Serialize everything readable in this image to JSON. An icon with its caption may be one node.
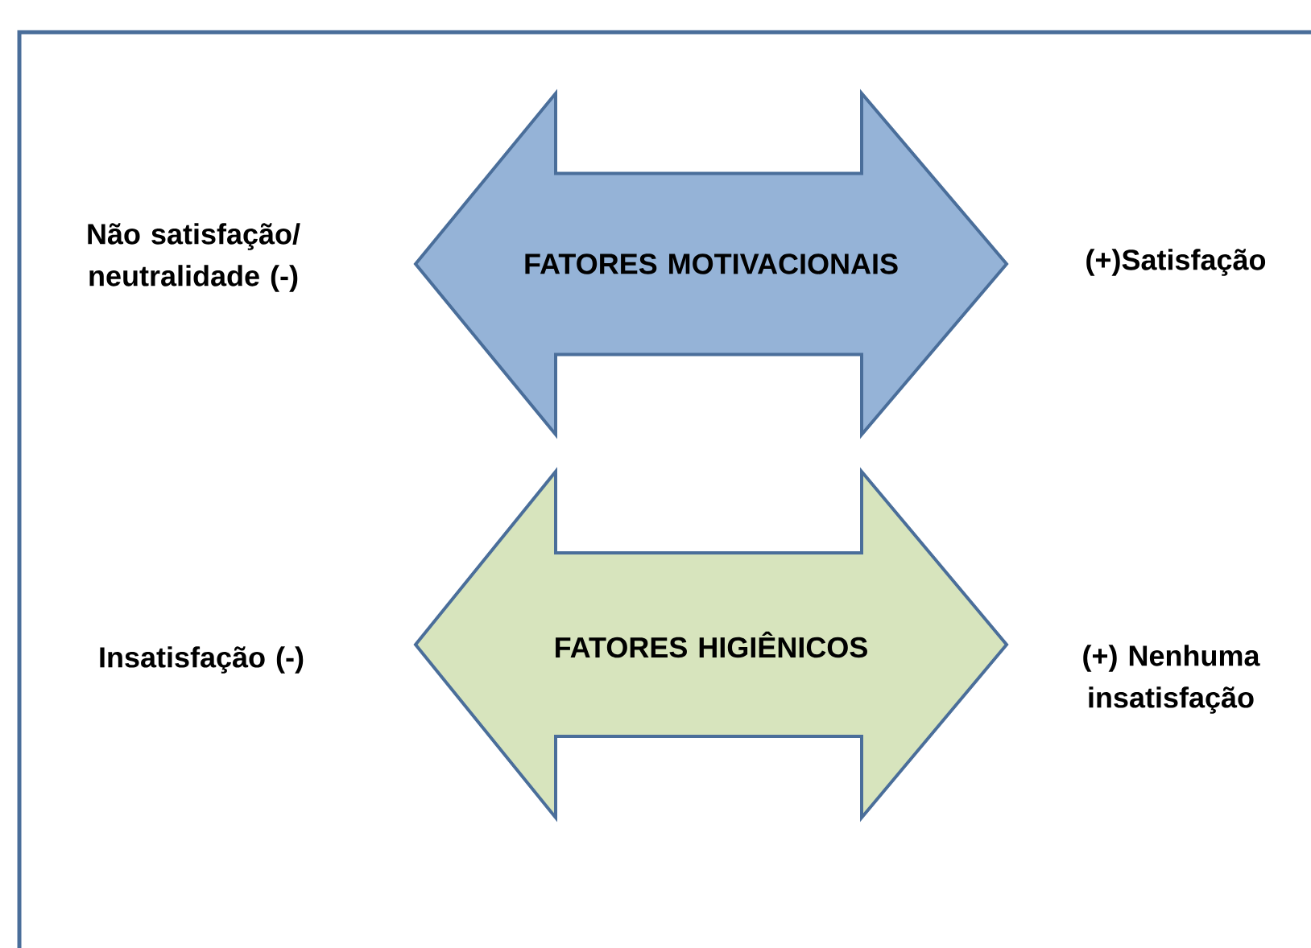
{
  "diagram": {
    "nodes": [
      {
        "text": [
          "FATORES MOTIVACIONAIS"
        ],
        "beside": [
          "Não satisfação/ neutralidade (-)",
          "(+)Satisfação"
        ]
      },
      {
        "text": [
          "FATORES HIGIÊNICOS"
        ],
        "beside": [
          "Insatisfação (-)",
          "(+) Nenhuma insatisfação"
        ]
      }
    ]
  }
}
